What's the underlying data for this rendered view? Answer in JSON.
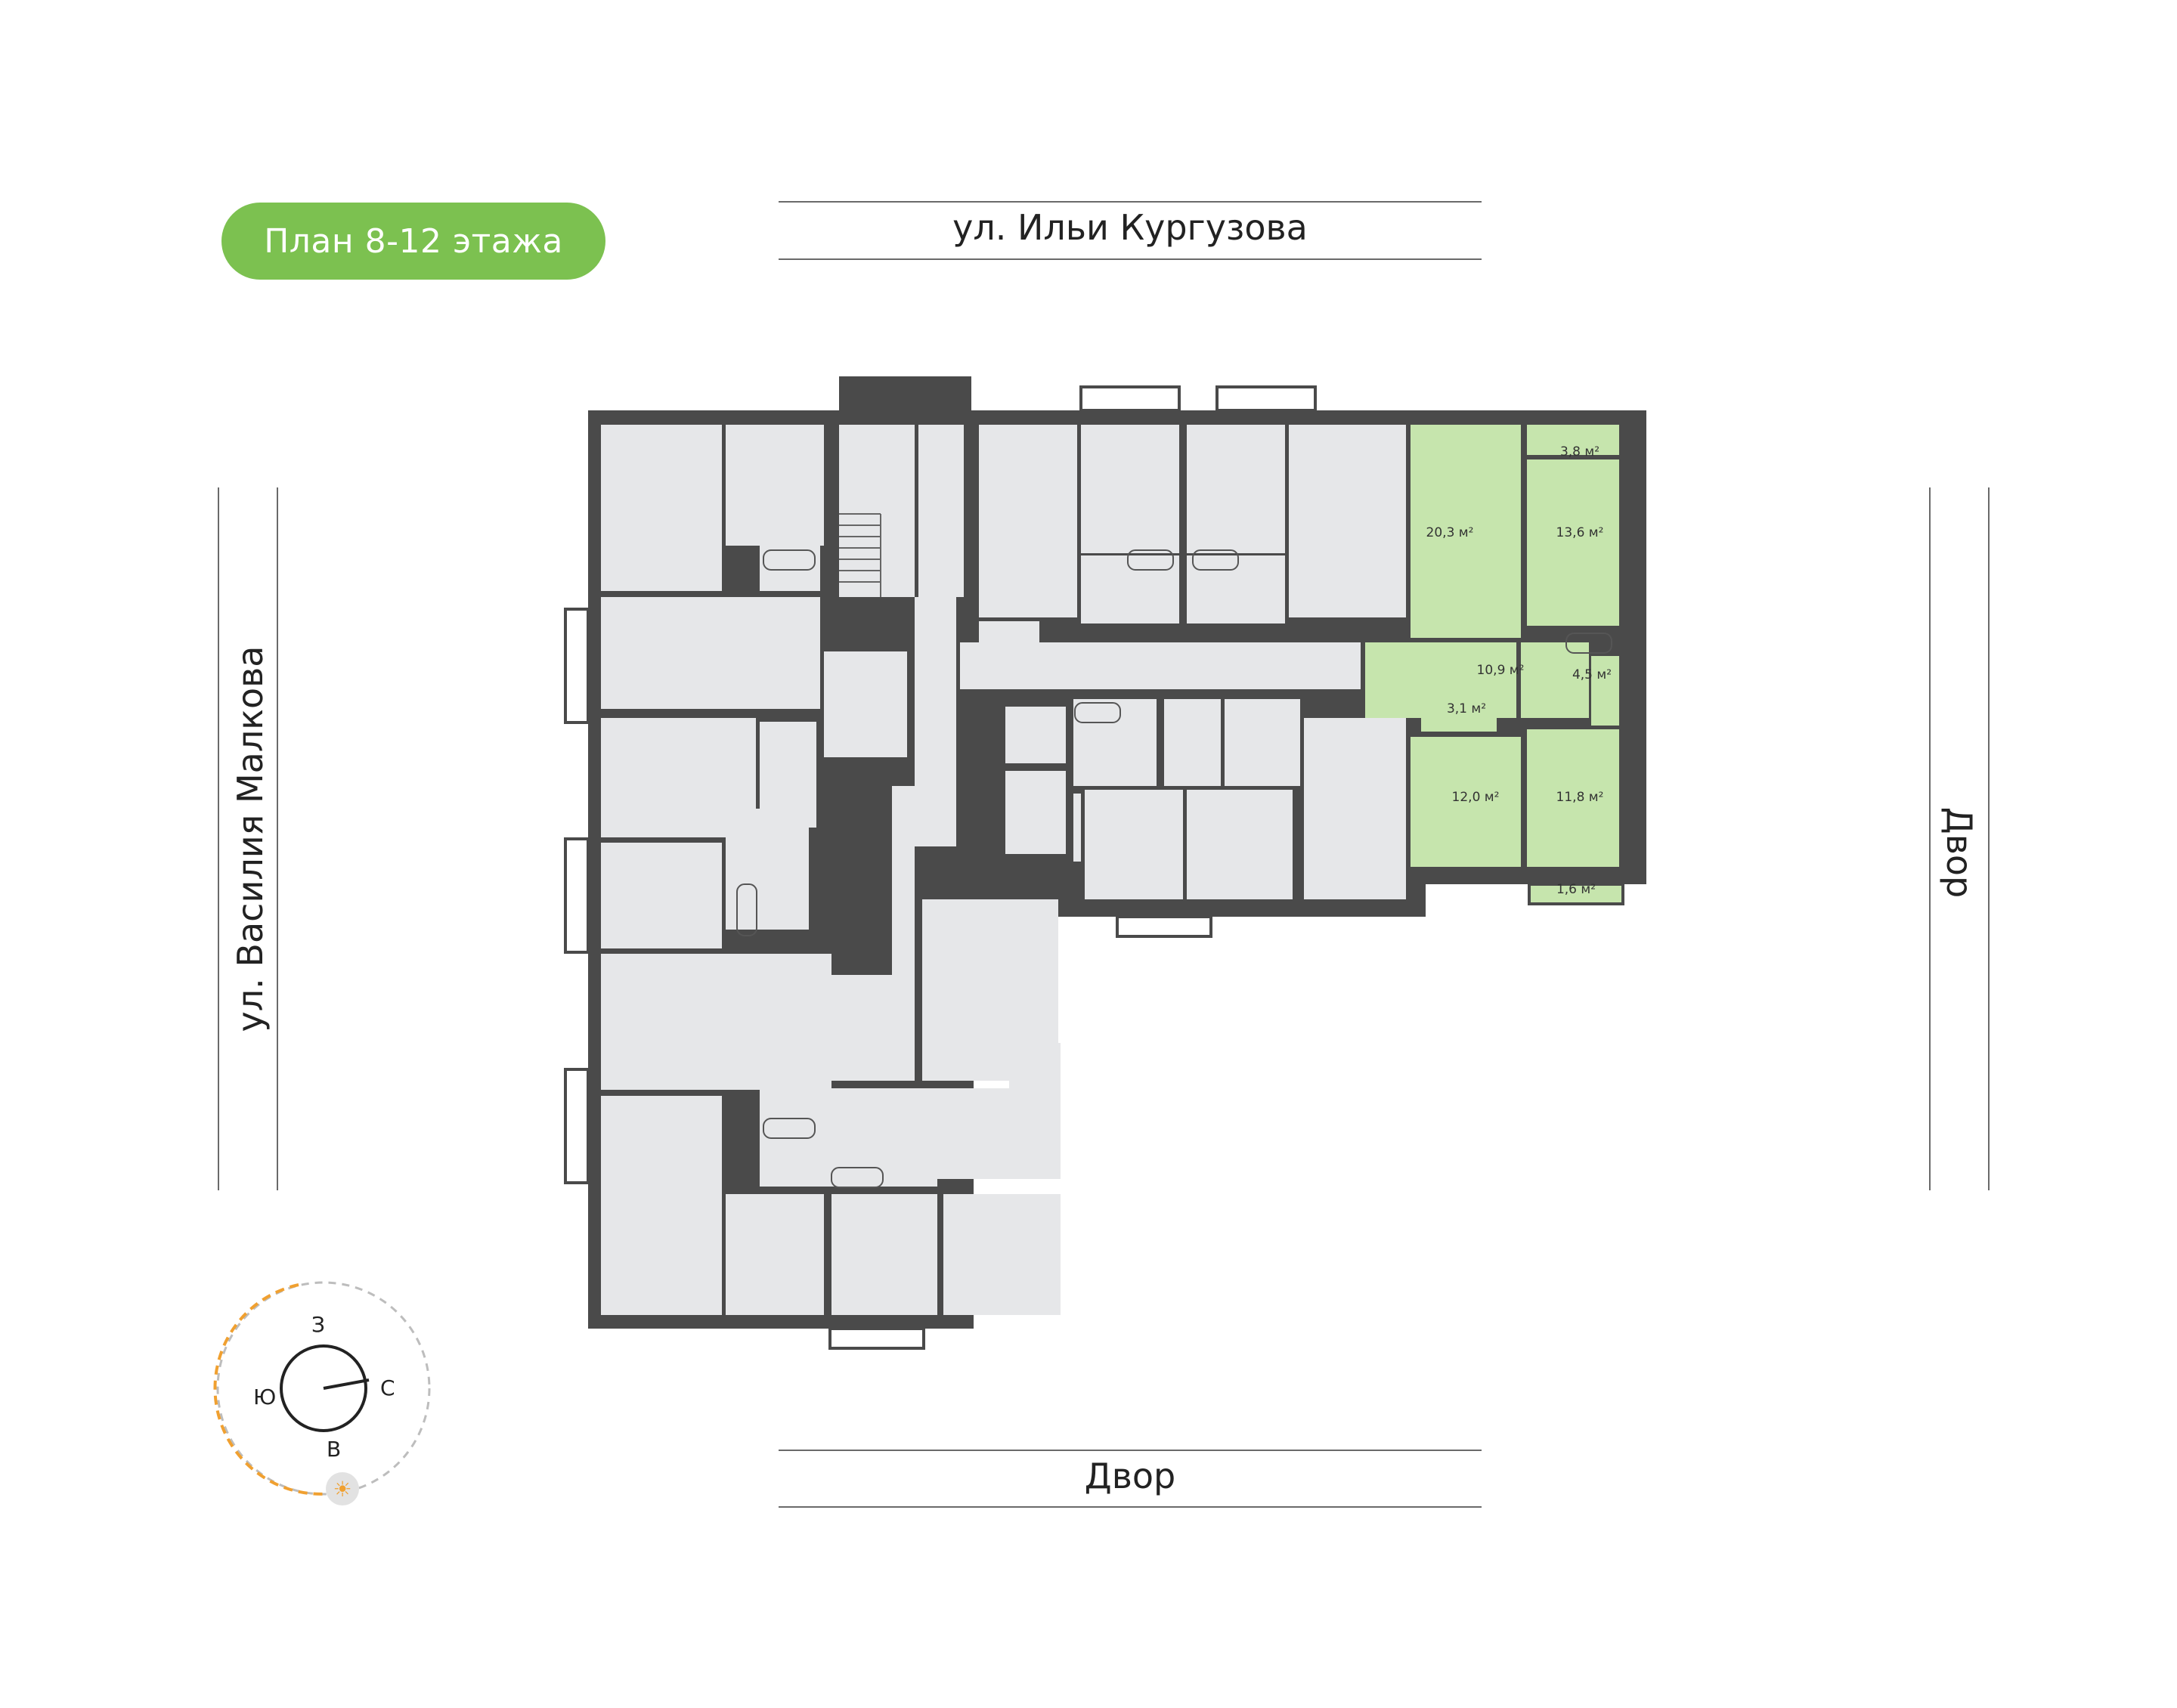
{
  "header": {
    "plan_label": "План 8-12 этажа"
  },
  "streets": {
    "top": "ул. Ильи Кургузова",
    "bottom": "Двор",
    "left": "ул. Василия Малкова",
    "right": "Двор"
  },
  "apartment": {
    "highlight_color": "#c6e5ad",
    "areas": [
      "20,3 м²",
      "13,6 м²",
      "3,8 м²",
      "10,9 м²",
      "4,5 м²",
      "3,1 м²",
      "12,0 м²",
      "11,8 м²",
      "1,6 м²"
    ]
  },
  "compass": {
    "north": "С",
    "south": "Ю",
    "west": "З",
    "east": "В",
    "sun_path_color": "#f0a030"
  },
  "colors": {
    "wall": "#4a4a4a",
    "room": "#e6e7e9",
    "accent": "#7cc150"
  }
}
